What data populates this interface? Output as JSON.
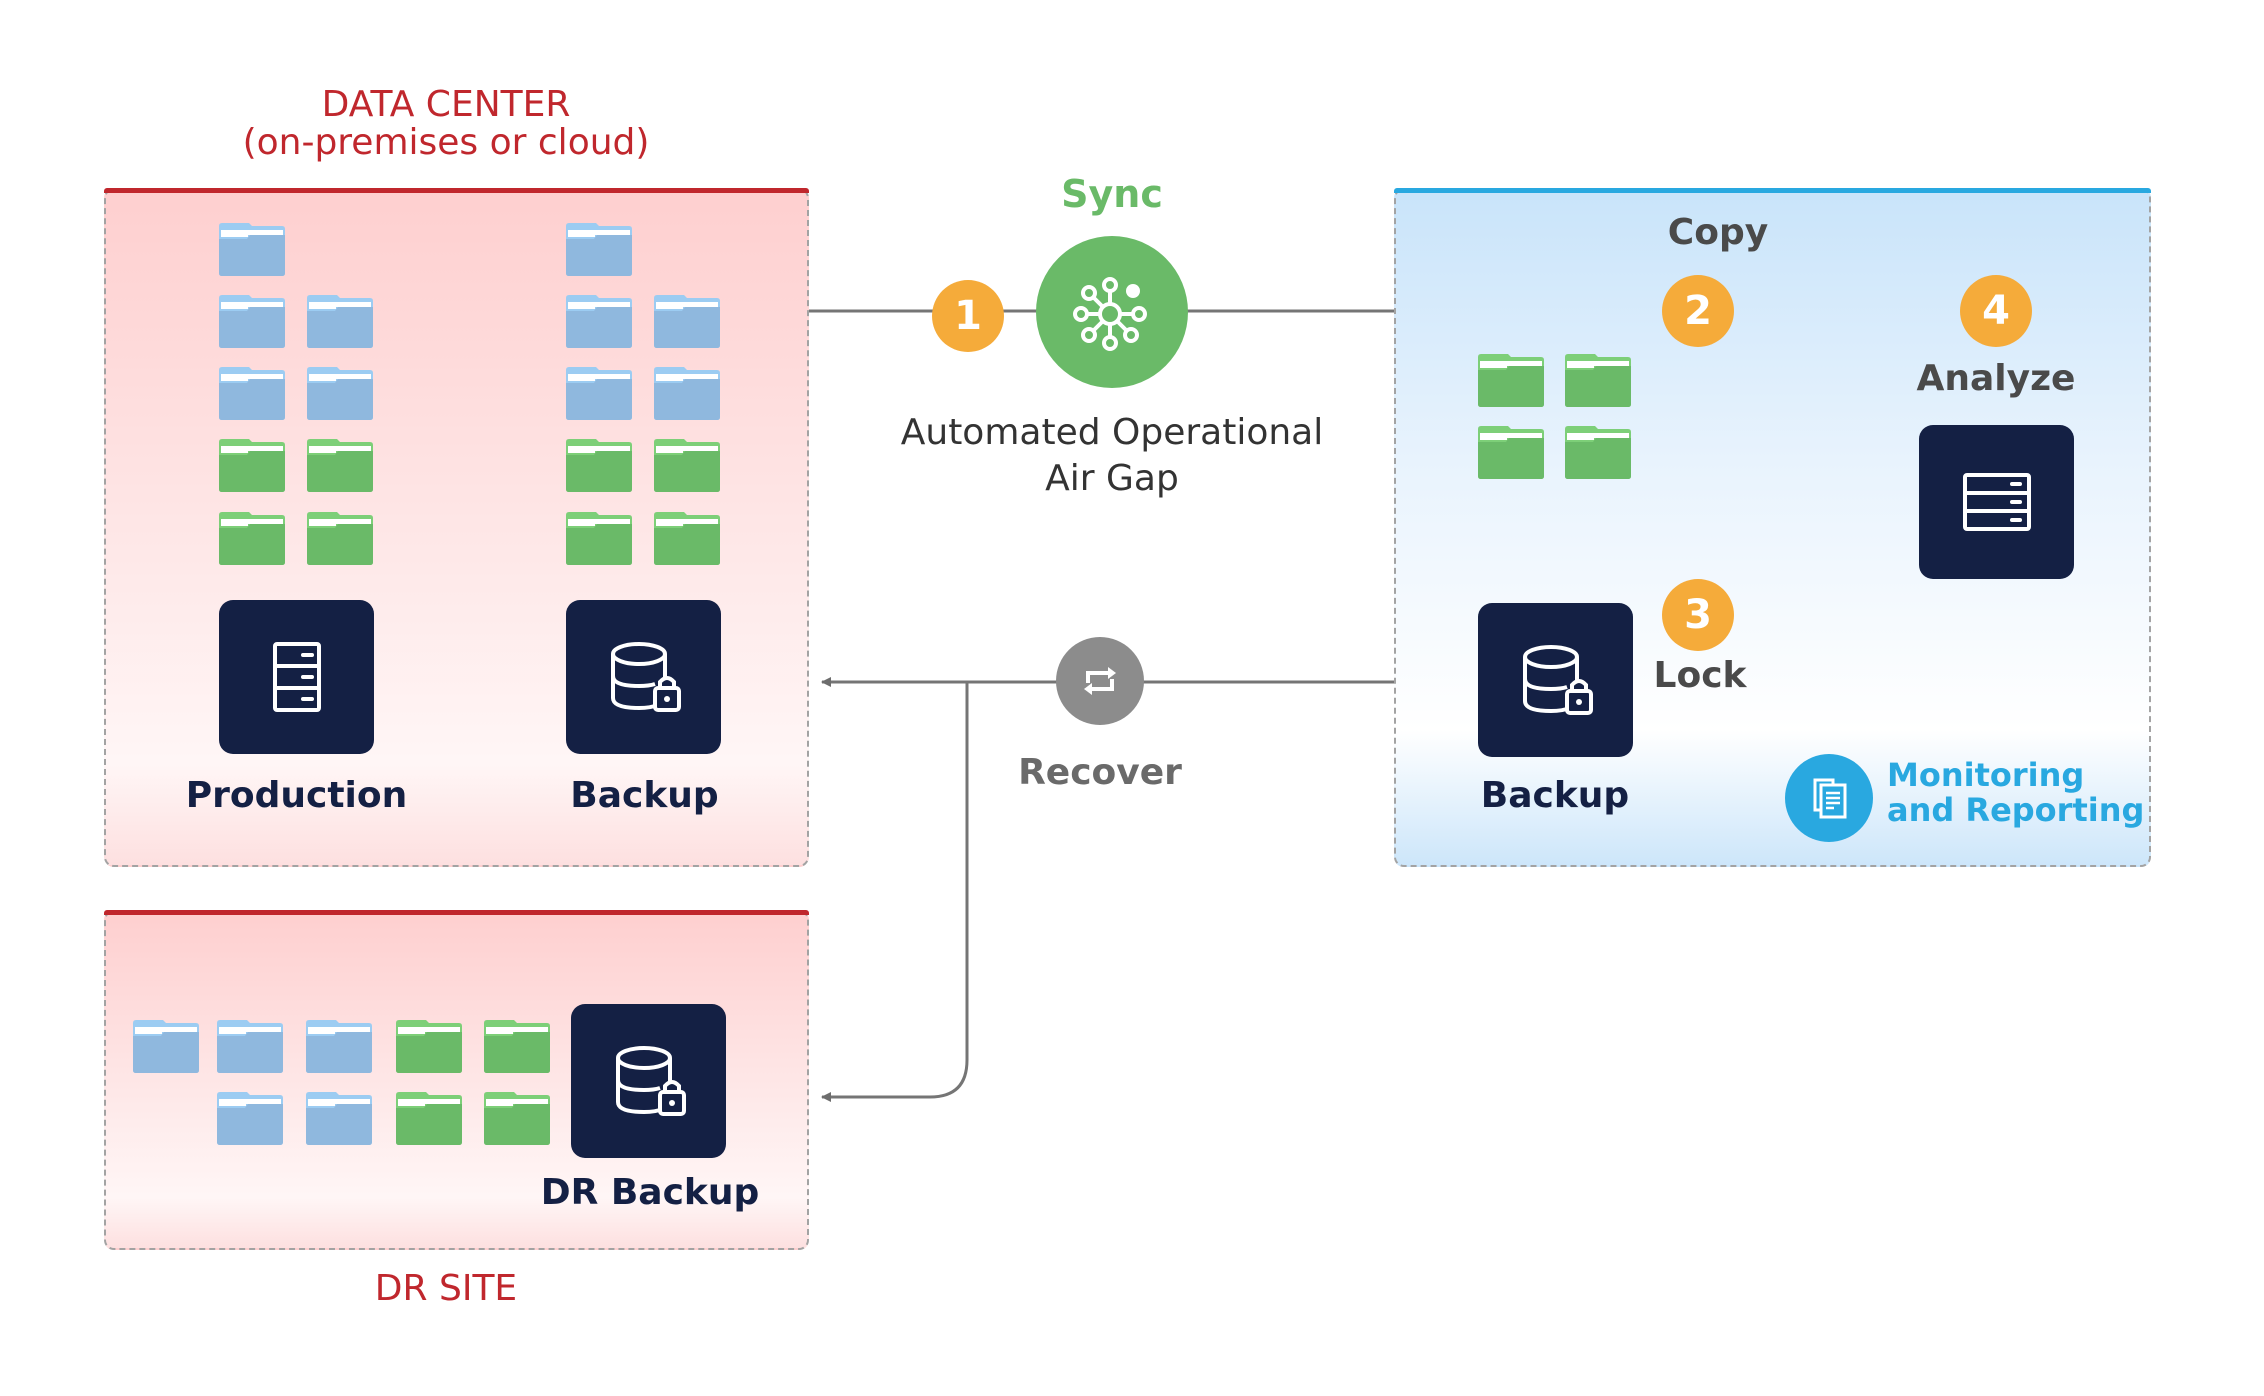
{
  "data_center": {
    "title_line1": "DATA CENTER",
    "title_line2": "(on-premises or cloud)",
    "production_label": "Production",
    "backup_label": "Backup"
  },
  "dr_site": {
    "title": "DR SITE",
    "backup_label": "DR Backup"
  },
  "sync": {
    "title": "Sync",
    "step": "1",
    "caption_line1": "Automated Operational",
    "caption_line2": "Air Gap"
  },
  "recover": {
    "label": "Recover"
  },
  "vault": {
    "copy_label": "Copy",
    "copy_step": "2",
    "lock_step": "3",
    "lock_label": "Lock",
    "analyze_step": "4",
    "analyze_label": "Analyze",
    "backup_label": "Backup",
    "monitoring_line1": "Monitoring",
    "monitoring_line2": "and Reporting"
  },
  "colors": {
    "red": "#c0272d",
    "navy": "#142044",
    "orange": "#f5ab3a",
    "green": "#6aba68",
    "blue_accent": "#29a8e0",
    "gray": "#8c8c8c",
    "folder_blue": "#8fb8de",
    "folder_green": "#6aba68"
  },
  "icons": {
    "production": "server-icon",
    "backup": "database-lock-icon",
    "analyze": "server-icon",
    "sync": "network-hub-icon",
    "recover": "swap-arrows-icon",
    "monitoring": "documents-icon",
    "folder": "folder-icon"
  }
}
